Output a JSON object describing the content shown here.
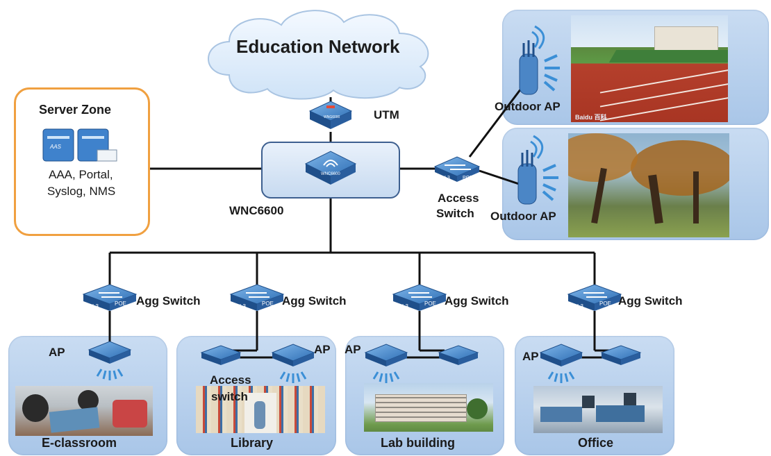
{
  "cloud": {
    "label": "Education Network"
  },
  "utm": {
    "label": "UTM",
    "device_text": "WNG6000"
  },
  "controller": {
    "label": "WNC6600",
    "device_text": "WNC6600"
  },
  "server_zone": {
    "title": "Server Zone",
    "services_line1": "AAA, Portal,",
    "services_line2": "Syslog, NMS",
    "server_tag": "AAS"
  },
  "access_switch_top": {
    "line1": "Access",
    "line2": "Switch",
    "port_left": "L3",
    "port_right": "POE"
  },
  "outdoor": [
    {
      "label": "Outdoor AP",
      "watermark": "Baidu 百科"
    },
    {
      "label": "Outdoor AP"
    }
  ],
  "agg_switches": [
    {
      "label": "Agg Switch",
      "port_left": "L3",
      "port_right": "POE"
    },
    {
      "label": "Agg Switch",
      "port_left": "L3",
      "port_right": "POE"
    },
    {
      "label": "Agg Switch",
      "port_left": "L3",
      "port_right": "POE"
    },
    {
      "label": "Agg Switch",
      "port_left": "L3",
      "port_right": "POE"
    }
  ],
  "sites": [
    {
      "name": "E-classroom",
      "ap_label": "AP"
    },
    {
      "name": "Library",
      "ap_label": "AP",
      "access_line1": "Access",
      "access_line2": "switch"
    },
    {
      "name": "Lab building",
      "ap_label": "AP"
    },
    {
      "name": "Office",
      "ap_label": "AP"
    }
  ],
  "colors": {
    "zone_border": "#f0a040",
    "panel": "#b7d0ee",
    "device": "#3a7cc4",
    "line": "#111111"
  }
}
